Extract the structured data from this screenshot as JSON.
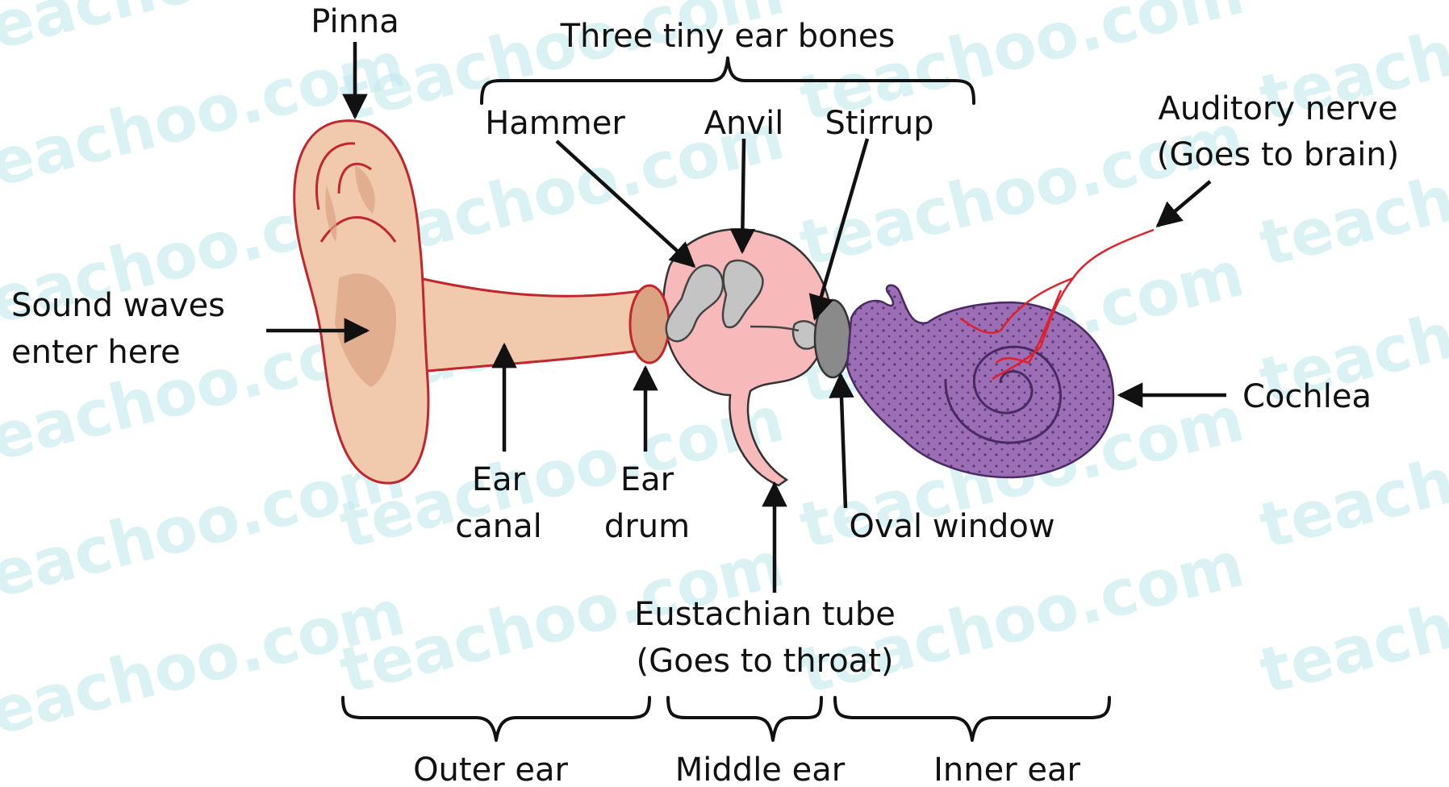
{
  "watermark": "teachoo.com",
  "colors": {
    "skin": "#f1c9ad",
    "skin_dark": "#dca383",
    "outline": "#c0262c",
    "middle_ear": "#f7b9b9",
    "bones": "#c4c4c4",
    "cochlea": "#9b6eb6",
    "nerve": "#e0202a"
  },
  "labels": {
    "pinna": "Pinna",
    "bones_title": "Three tiny ear bones",
    "hammer": "Hammer",
    "anvil": "Anvil",
    "stirrup": "Stirrup",
    "nerve_1": "Auditory nerve",
    "nerve_2": "(Goes to brain)",
    "sound_1": "Sound waves",
    "sound_2": "enter here",
    "cochlea": "Cochlea",
    "canal_1": "Ear",
    "canal_2": "canal",
    "drum_1": "Ear",
    "drum_2": "drum",
    "oval": "Oval window",
    "eustachian_1": "Eustachian tube",
    "eustachian_2": "(Goes to throat)",
    "outer": "Outer ear",
    "middle": "Middle ear",
    "inner": "Inner ear"
  }
}
